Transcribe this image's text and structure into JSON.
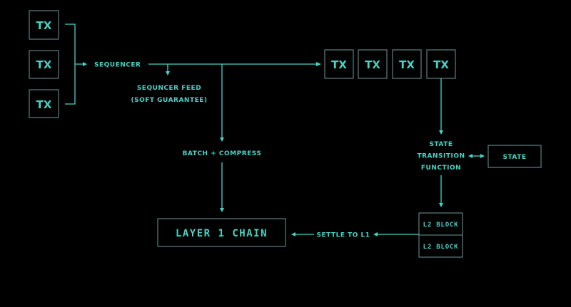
{
  "inputs": {
    "tx_label": "TX",
    "count": 3
  },
  "sequencer": {
    "label": "SEQUENCER"
  },
  "feed": {
    "line1": "SEQUNCER FEED",
    "line2": "(SOFT GUARANTEE)"
  },
  "batch": {
    "label": "BATCH + COMPRESS"
  },
  "ordered_txs": [
    "TX",
    "TX",
    "TX",
    "TX"
  ],
  "stf": {
    "line1": "STATE",
    "line2": "TRANSITION",
    "line3": "FUNCTION"
  },
  "state": {
    "label": "STATE"
  },
  "l2_blocks": [
    "L2 BLOCK",
    "L2 BLOCK"
  ],
  "settle": {
    "label": "SETTLE TO L1"
  },
  "l1": {
    "label": "LAYER 1 CHAIN"
  },
  "colors": {
    "accent": "#45d4c6",
    "border": "#6f9a96",
    "background": "#000000"
  }
}
